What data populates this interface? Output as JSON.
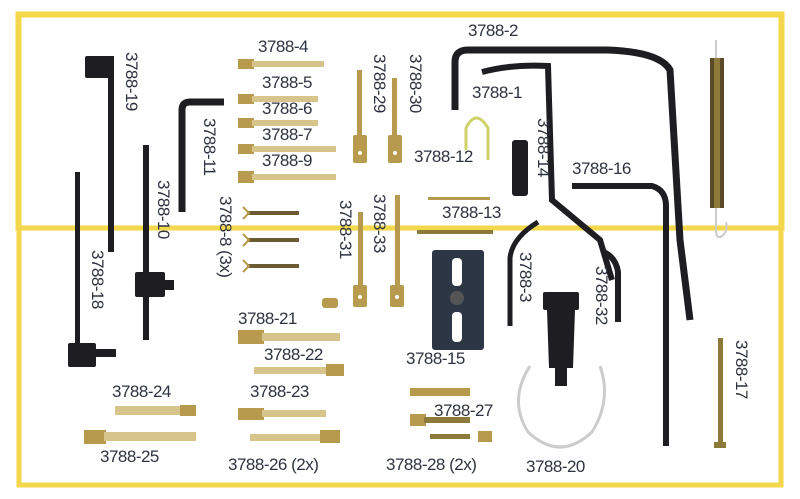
{
  "figure": {
    "type": "tool-kit parts diagram",
    "frame_color": "#f2d84a",
    "metal_dark": "#1e1e22",
    "brass": "#b79a4e",
    "brass_light": "#d6c48a",
    "label_color": "#2e3340"
  },
  "labels": {
    "p4": "3788-4",
    "p5": "3788-5",
    "p6": "3788-6",
    "p7": "3788-7",
    "p9": "3788-9",
    "p19": "3788-19",
    "p11": "3788-11",
    "p10": "3788-10",
    "p18": "3788-18",
    "p8": "3788-8 (3x)",
    "p29": "3788-29",
    "p30": "3788-30",
    "p31": "3788-31",
    "p33": "3788-33",
    "p2": "3788-2",
    "p1": "3788-1",
    "p12": "3788-12",
    "p14": "3788-14",
    "p13": "3788-13",
    "p16": "3788-16",
    "p3": "3788-3",
    "p32": "3788-32",
    "p15": "3788-15",
    "p17": "3788-17",
    "p21": "3788-21",
    "p22": "3788-22",
    "p23": "3788-23",
    "p24": "3788-24",
    "p25": "3788-25",
    "p26": "3788-26 (2x)",
    "p27": "3788-27",
    "p28": "3788-28 (2x)",
    "p20": "3788-20"
  }
}
